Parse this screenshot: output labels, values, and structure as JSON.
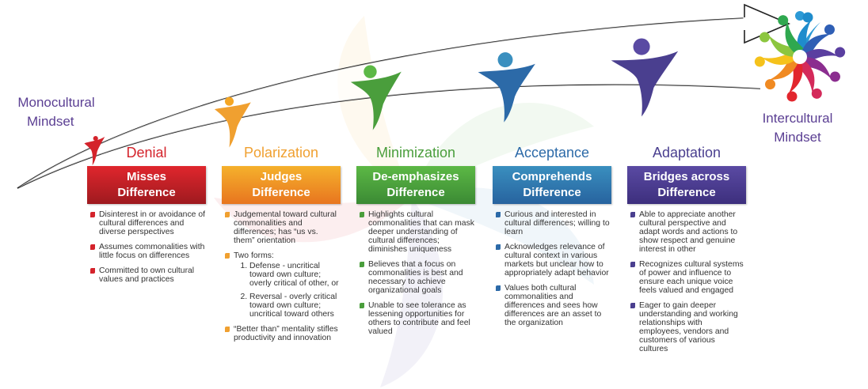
{
  "left_label": {
    "line1": "Monocultural",
    "line2": "Mindset"
  },
  "right_label": {
    "line1": "Intercultural",
    "line2": "Mindset"
  },
  "stages": [
    {
      "name": "Denial",
      "color": "#d4232b",
      "box_line1": "Misses",
      "box_line2": "Difference",
      "box_gradient": [
        "#e0262d",
        "#9e1a1f"
      ],
      "bullets": [
        "Disinterest in or avoidance of cultural differences and diverse perspectives",
        "Assumes commonalities with little focus on differences",
        "Committed to own cultural values and practices"
      ]
    },
    {
      "name": "Polarization",
      "color": "#f0a030",
      "box_line1": "Judges",
      "box_line2": "Difference",
      "box_gradient": [
        "#f5b12c",
        "#e8751f"
      ],
      "bullets": [
        "Judgemental toward cultural commonalities and differences; has “us vs. them” orientation",
        "Two forms:",
        "“Better than” mentality stifles productivity and innovation"
      ],
      "sub_items": [
        "Defense - uncritical toward own culture; overly critical of other, or",
        "Reversal - overly critical toward own culture; uncritical toward others"
      ]
    },
    {
      "name": "Minimization",
      "color": "#4a9e3c",
      "box_line1": "De-emphasizes",
      "box_line2": "Difference",
      "box_gradient": [
        "#5cb845",
        "#3b8a34"
      ],
      "bullets": [
        "Highlights cultural commonalities that can mask deeper understanding of cultural differences; diminishes uniqueness",
        "Believes that a focus on commonalities is best and necessary to achieve organizational goals",
        "Unable to see tolerance as lessening opportunities for others to contribute and feel valued"
      ]
    },
    {
      "name": "Acceptance",
      "color": "#2c6aa8",
      "box_line1": "Comprehends",
      "box_line2": "Difference",
      "box_gradient": [
        "#3a8fbf",
        "#27639f"
      ],
      "bullets": [
        "Curious and interested in cultural differences; willing to learn",
        "Acknowledges relevance of cultural context in various markets but unclear how to appropriately adapt behavior",
        "Values both cultural commonalities and differences and sees how differences are an asset to the organization"
      ]
    },
    {
      "name": "Adaptation",
      "color": "#4a3f8f",
      "box_line1": "Bridges across",
      "box_line2": "Difference",
      "box_gradient": [
        "#5a4aa3",
        "#3d2f7d"
      ],
      "bullets": [
        "Able to appreciate another cultural perspective and adapt words and actions to show respect and genuine interest in other",
        "Recognizes cultural systems of power and influence to ensure each unique voice feels valued and engaged",
        "Eager to gain deeper understanding and working relationships with employees, vendors and customers of various cultures"
      ]
    }
  ]
}
